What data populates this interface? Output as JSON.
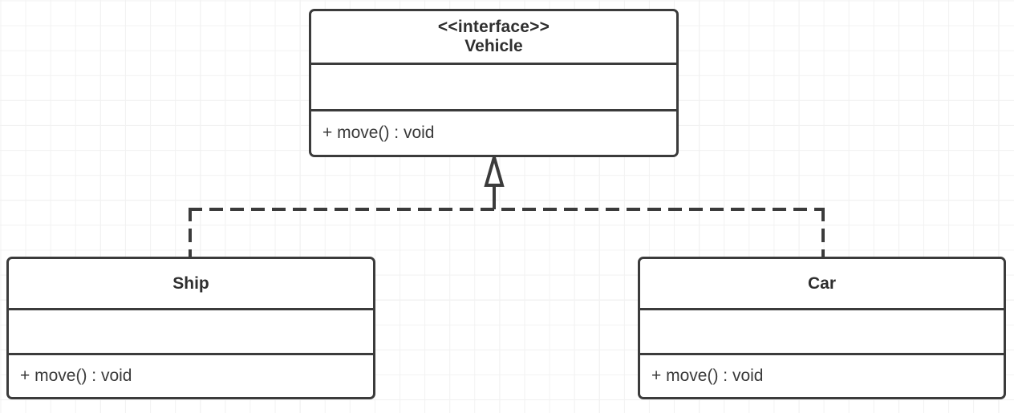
{
  "diagram": {
    "type": "uml-class-diagram",
    "background": "#ffffff",
    "grid_color": "#f2f2f2",
    "stroke_color": "#3b3b3b",
    "text_color": "#2f2f2f",
    "relationship": "realization"
  },
  "classes": {
    "vehicle": {
      "stereotype": "<<interface>>",
      "name": "Vehicle",
      "attributes": [],
      "operations": [
        "+ move() : void"
      ]
    },
    "ship": {
      "stereotype": "",
      "name": "Ship",
      "attributes": [],
      "operations": [
        "+ move() : void"
      ]
    },
    "car": {
      "stereotype": "",
      "name": "Car",
      "attributes": [],
      "operations": [
        "+ move() : void"
      ]
    }
  },
  "connectors": [
    {
      "name": "ship-realizes-vehicle",
      "from": "Ship",
      "to": "Vehicle",
      "style": "dashed",
      "arrowhead": "hollow-triangle"
    },
    {
      "name": "car-realizes-vehicle",
      "from": "Car",
      "to": "Vehicle",
      "style": "dashed",
      "arrowhead": "hollow-triangle"
    }
  ]
}
